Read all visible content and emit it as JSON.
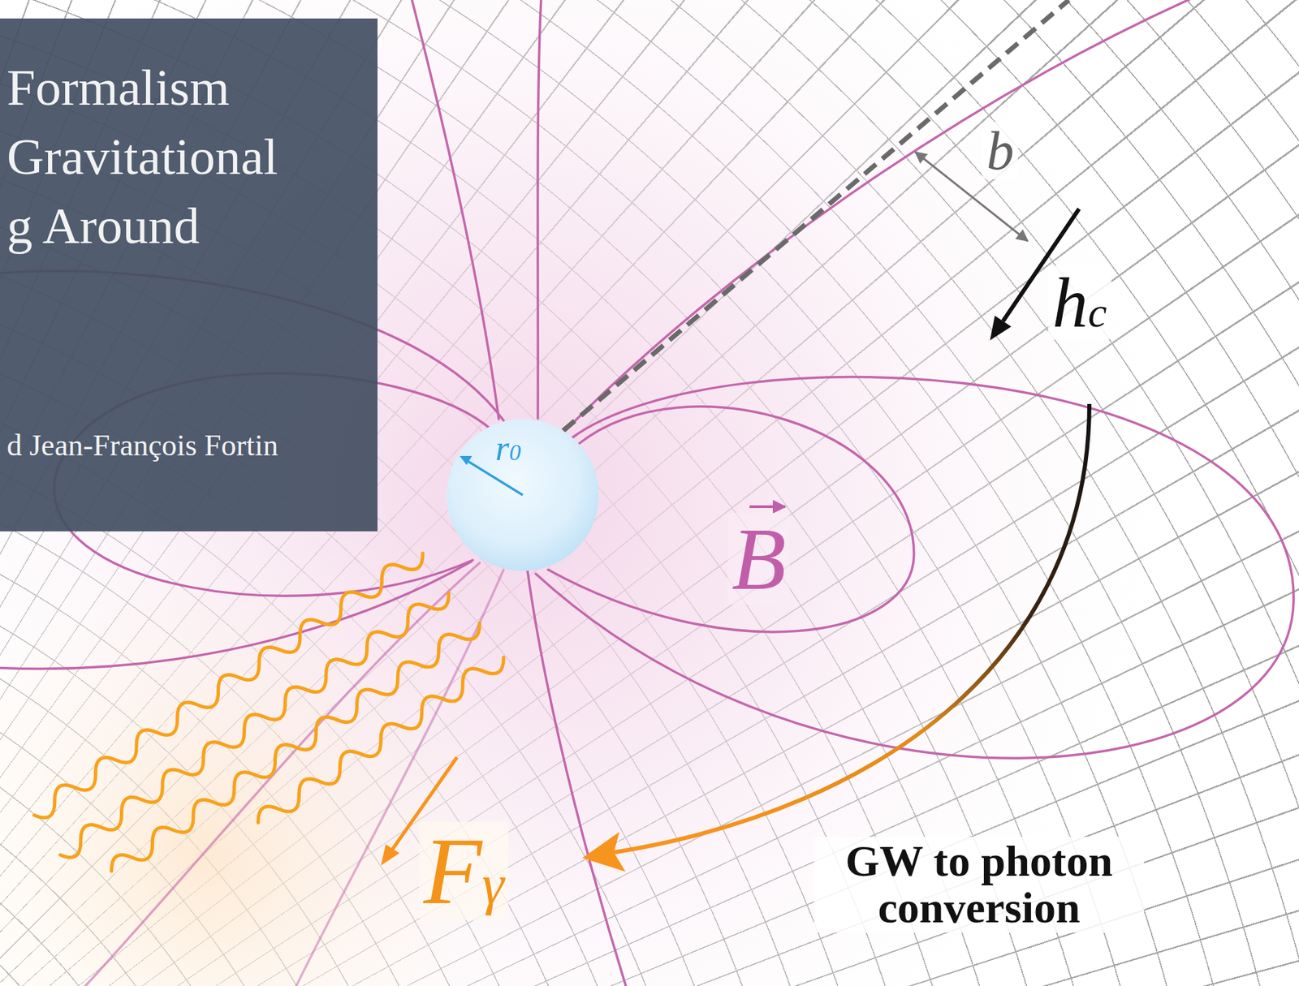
{
  "diagram": {
    "nodes": [
      {
        "text": [
          "Formalism Gravitational g Around",
          "d Jean-François Fortin"
        ]
      },
      {
        "text": [
          "r0"
        ]
      }
    ],
    "labels": [
      "b",
      "hc",
      "B",
      "Fγ",
      "GW to photon conversion"
    ]
  }
}
